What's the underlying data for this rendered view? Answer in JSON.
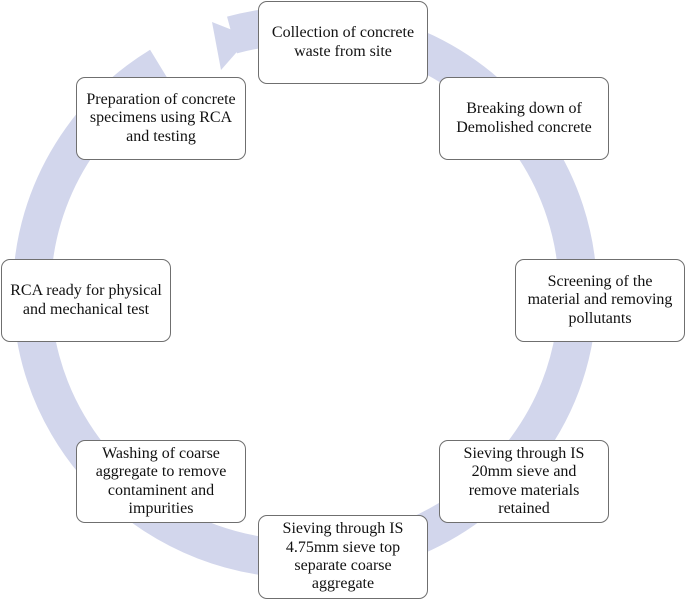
{
  "diagram": {
    "type": "cycle",
    "colors": {
      "ring": "#d2d6ec",
      "box_border": "#6f6f6f",
      "box_fill": "#ffffff",
      "text": "#111111"
    },
    "steps": [
      "Collection of concrete waste from site",
      "Breaking down of Demolished concrete",
      "Screening of the material and removing pollutants",
      "Sieving through IS 20mm sieve and remove materials retained",
      "Sieving through IS 4.75mm sieve top separate coarse aggregate",
      "Washing of coarse aggregate to remove contaminent and impurities",
      "RCA ready for physical and mechanical test",
      "Preparation of concrete specimens using RCA and testing"
    ]
  }
}
